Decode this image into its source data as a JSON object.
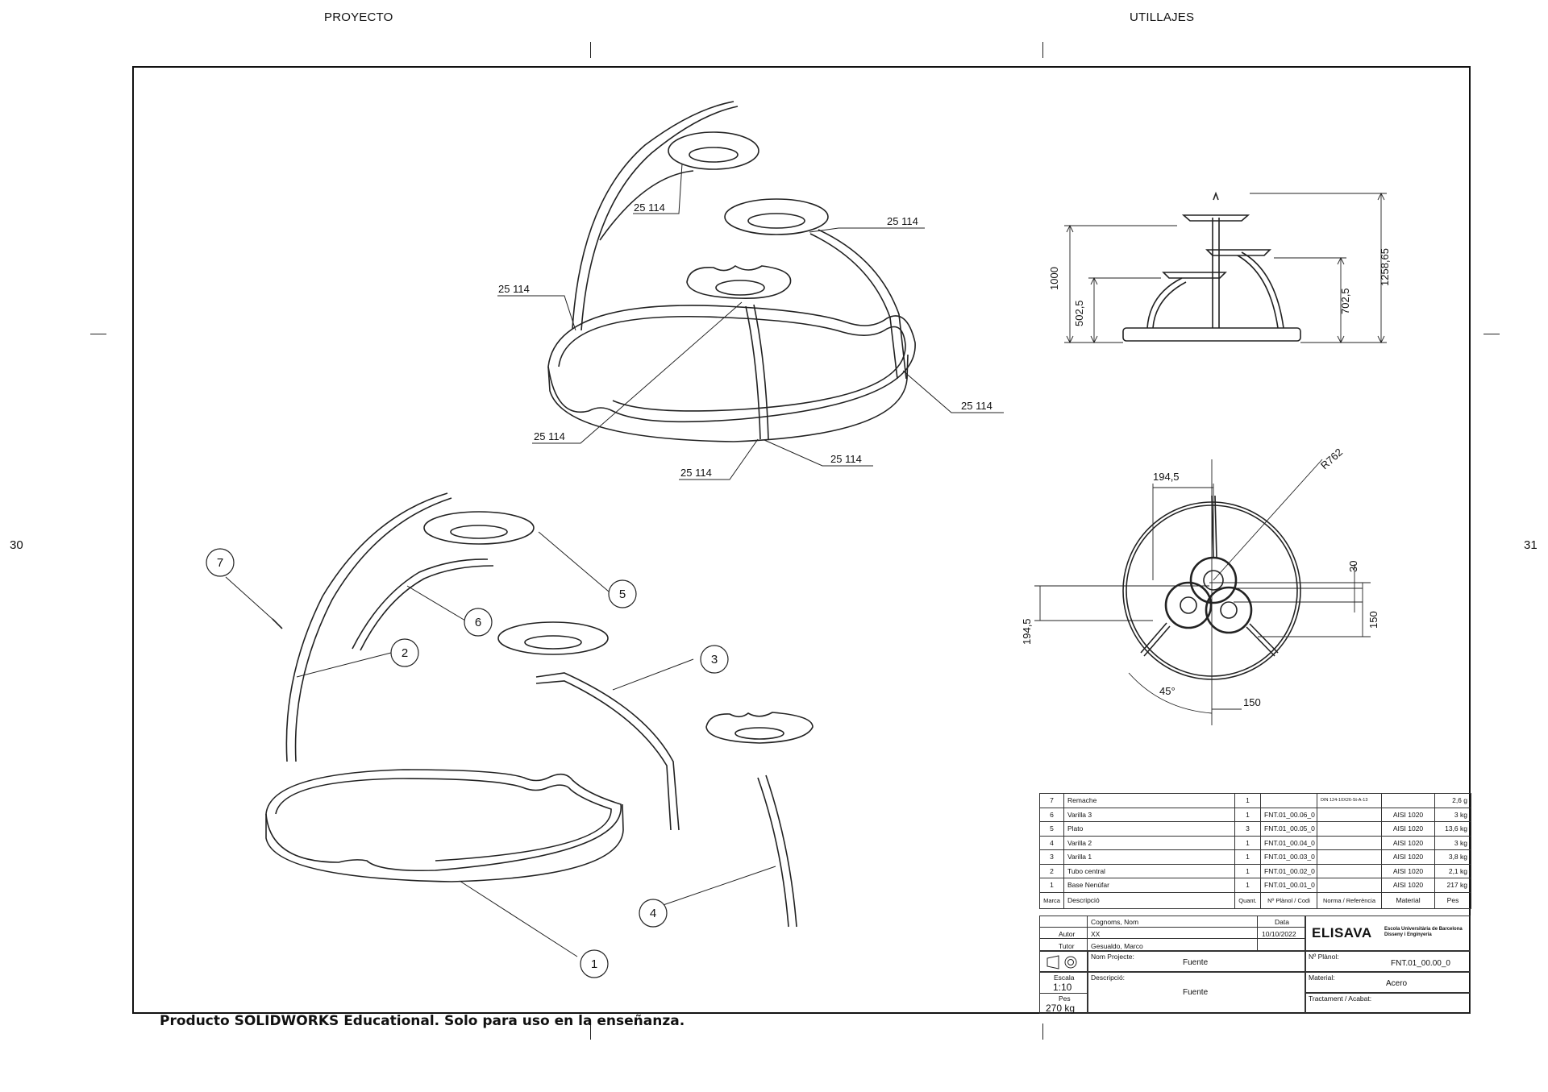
{
  "header": {
    "left": "PROYECTO",
    "right": "UTILLAJES"
  },
  "sheet_margin": {
    "left_number": "30",
    "right_number": "31"
  },
  "watermark": "Producto SOLIDWORKS Educational. Solo para uso en la enseñanza.",
  "weld_label": "25 114",
  "dimensions": {
    "front": [
      "1000",
      "502,5",
      "702,5",
      "1258,65"
    ],
    "top": [
      "194,5",
      "R762",
      "30",
      "194,5",
      "150",
      "45°",
      "150"
    ]
  },
  "balloons": [
    "1",
    "2",
    "3",
    "4",
    "5",
    "6",
    "7"
  ],
  "bom": {
    "rows": [
      {
        "marca": "7",
        "descripcio": "Remache",
        "quant": "1",
        "planol": "",
        "norma": "DIN 124-10X26-St-A-13",
        "material": "",
        "pes": "2,6 g"
      },
      {
        "marca": "6",
        "descripcio": "Varilla 3",
        "quant": "1",
        "planol": "FNT.01_00.06_0",
        "norma": "",
        "material": "AISI 1020",
        "pes": "3 kg"
      },
      {
        "marca": "5",
        "descripcio": "Plato",
        "quant": "3",
        "planol": "FNT.01_00.05_0",
        "norma": "",
        "material": "AISI 1020",
        "pes": "13,6 kg"
      },
      {
        "marca": "4",
        "descripcio": "Varilla 2",
        "quant": "1",
        "planol": "FNT.01_00.04_0",
        "norma": "",
        "material": "AISI 1020",
        "pes": "3 kg"
      },
      {
        "marca": "3",
        "descripcio": "Varilla 1",
        "quant": "1",
        "planol": "FNT.01_00.03_0",
        "norma": "",
        "material": "AISI 1020",
        "pes": "3,8 kg"
      },
      {
        "marca": "2",
        "descripcio": "Tubo central",
        "quant": "1",
        "planol": "FNT.01_00.02_0",
        "norma": "",
        "material": "AISI 1020",
        "pes": "2,1 kg"
      },
      {
        "marca": "1",
        "descripcio": "Base Nenúfar",
        "quant": "1",
        "planol": "FNT.01_00.01_0",
        "norma": "",
        "material": "AISI 1020",
        "pes": "217 kg"
      }
    ],
    "headers": {
      "marca": "Marca",
      "descripcio": "Descripció",
      "quant": "Quant.",
      "planol": "Nº Plànol / Codi",
      "norma": "Norma / Referència",
      "material": "Material",
      "pes": "Pes"
    }
  },
  "title_block": {
    "cognoms_label": "Cognoms, Nom",
    "data_label": "Data",
    "autor_label": "Autor",
    "autor_value": "XX",
    "date": "10/10/2022",
    "tutor_label": "Tutor",
    "tutor_value": "Gesualdo, Marco",
    "school": "ELISAVA",
    "school_sub1": "Escola Universitària de Barcelona",
    "school_sub2": "Disseny i Enginyeria",
    "nom_projecte_label": "Nom Projecte:",
    "nom_projecte_value": "Fuente",
    "planol_label": "Nº Plànol:",
    "planol_value": "FNT.01_00.00_0",
    "escala_label": "Escala",
    "escala_value": "1:10",
    "descripcio_label": "Descripció:",
    "descripcio_value": "Fuente",
    "material_label": "Material:",
    "material_value": "Acero",
    "pes_label": "Pes",
    "pes_value": "270 kg",
    "tractament_label": "Tractament / Acabat:"
  }
}
